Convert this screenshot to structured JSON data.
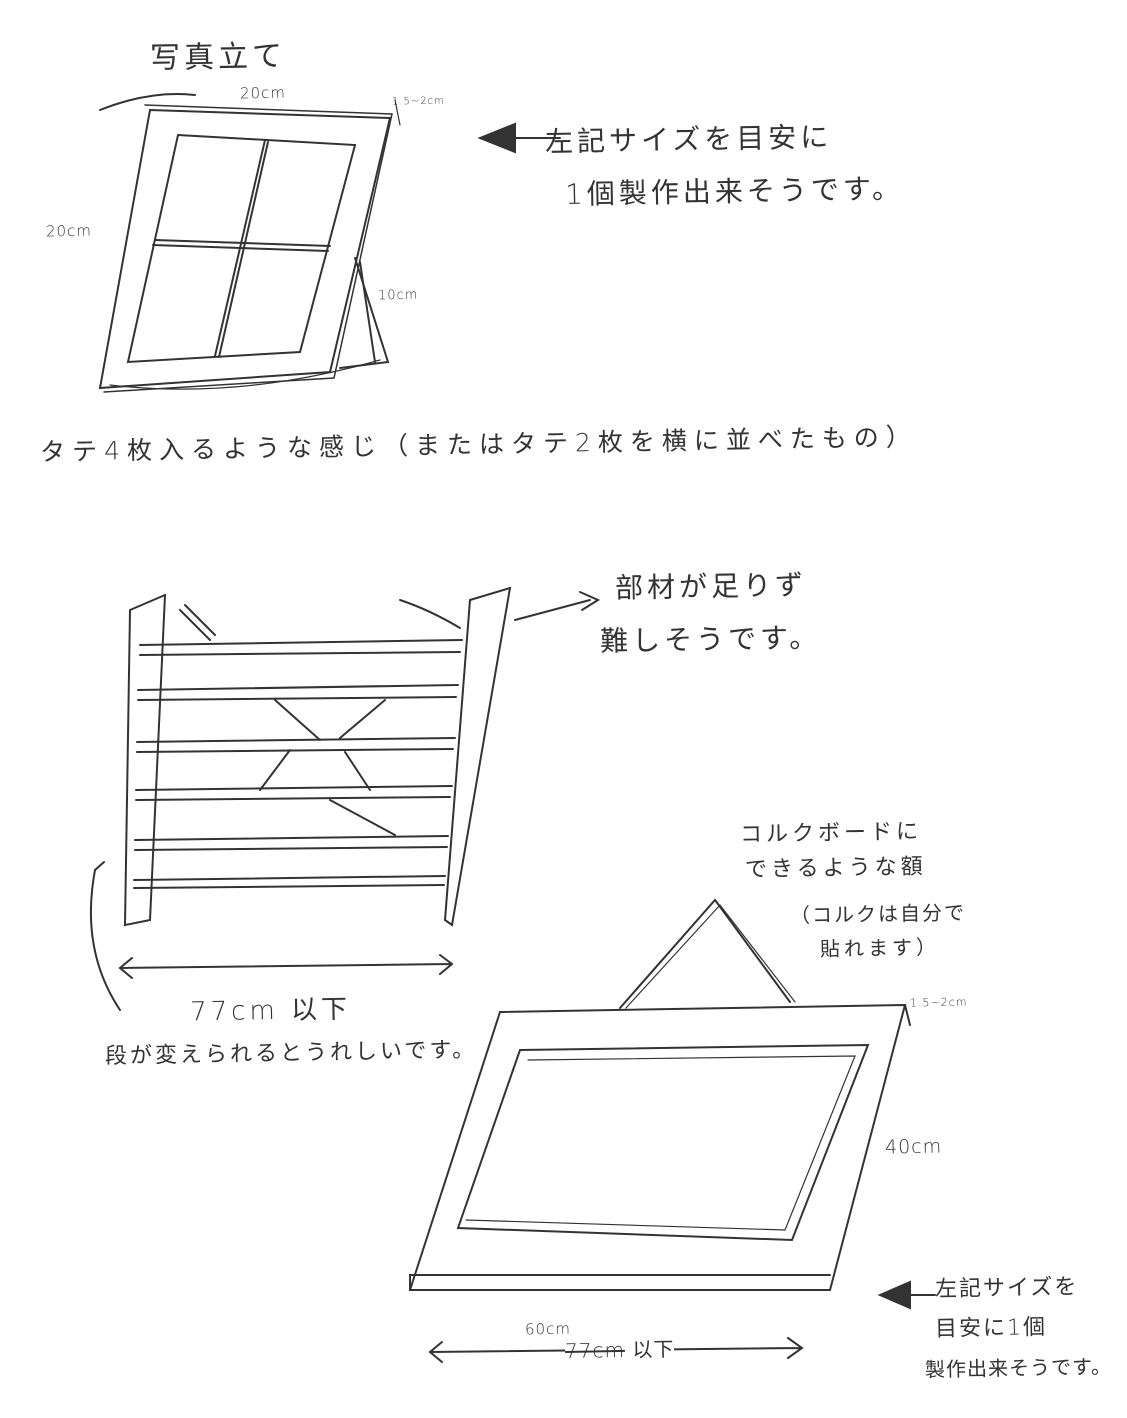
{
  "photo_stand": {
    "title": "写真立て",
    "width_label": "20cm",
    "height_label": "20cm",
    "thickness_label": "1.5~2cm",
    "stand_label": "10cm",
    "note_line1": "左記サイズを目安に",
    "note_line2": "1個製作出来そうです。",
    "caption": "タテ4枚入るような感じ（またはタテ2枚を横に並べたもの）"
  },
  "shelf": {
    "note_line1": "部材が足りず",
    "note_line2": "難しそうです。",
    "width_label": "77cm 以下",
    "request": "段が変えられるとうれしいです。"
  },
  "cork_frame": {
    "desc_line1": "コルクボードに",
    "desc_line2": "できるような額",
    "desc_line3": "（コルクは自分で",
    "desc_line4": "貼れます）",
    "thickness_label": "1.5~2cm",
    "height_label": "40cm",
    "width_label": "60cm",
    "max_struck": "77cm",
    "max_suffix": "以下",
    "note_line1": "左記サイズを",
    "note_line2": "目安に1個",
    "note_line3": "製作出来そうです。"
  }
}
